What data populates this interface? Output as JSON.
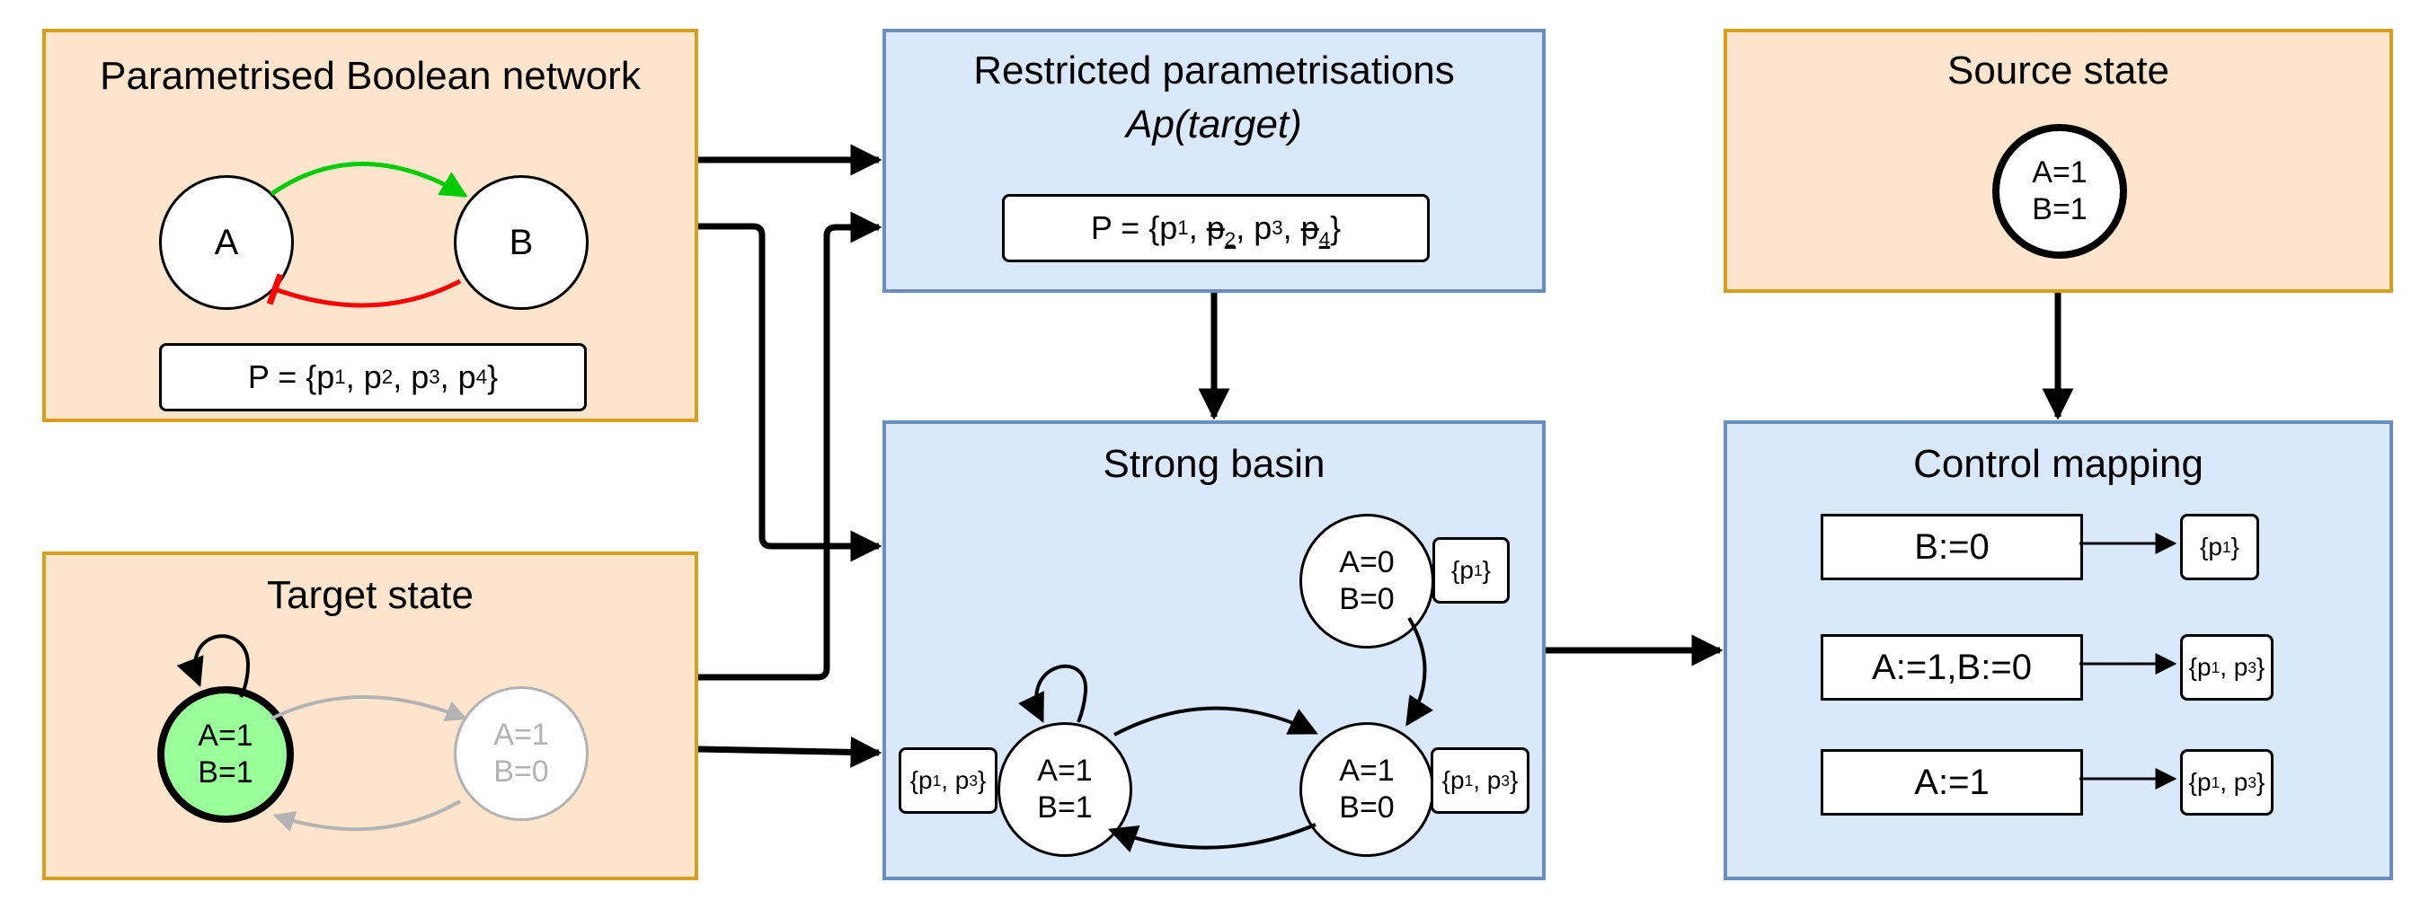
{
  "panels": {
    "pbn": {
      "title": "Parametrised Boolean network",
      "node_a": "A",
      "node_b": "B",
      "params": {
        "prefix": "P = {",
        "p1": "p",
        "s1": "1",
        "p2": "p",
        "s2": "2",
        "p3": "p",
        "s3": "3",
        "p4": "p",
        "s4": "4",
        "suffix": "}"
      }
    },
    "restricted": {
      "title": "Restricted parametrisations",
      "subtitle": "Ap(target)",
      "params": {
        "prefix": "P = {",
        "p1": "p",
        "s1": "1",
        "p2": "p",
        "s2": "2",
        "p3": "p",
        "s3": "3",
        "p4": "p",
        "s4": "4",
        "suffix": "}"
      }
    },
    "source": {
      "title": "Source state",
      "node": {
        "a": "A=1",
        "b": "B=1"
      }
    },
    "target": {
      "title": "Target state",
      "node_target": {
        "a": "A=1",
        "b": "B=1"
      },
      "node_other": {
        "a": "A=1",
        "b": "B=0"
      }
    },
    "basin": {
      "title": "Strong basin",
      "n00": {
        "a": "A=0",
        "b": "B=0",
        "tag_prefix": "{p",
        "tag_s1": "1",
        "tag_suffix": "}"
      },
      "n11": {
        "a": "A=1",
        "b": "B=1",
        "tag_prefix": "{p",
        "tag_s1": "1",
        "tag_mid": ", p",
        "tag_s2": "3",
        "tag_suffix": "}"
      },
      "n10": {
        "a": "A=1",
        "b": "B=0",
        "tag_prefix": "{p",
        "tag_s1": "1",
        "tag_mid": ", p",
        "tag_s2": "3",
        "tag_suffix": "}"
      }
    },
    "control": {
      "title": "Control mapping",
      "rows": [
        {
          "label": "B:=0",
          "tag_prefix": "{p",
          "tag_s1": "1",
          "tag_suffix": "}"
        },
        {
          "label": "A:=1,B:=0",
          "tag_prefix": "{p",
          "tag_s1": "1",
          "tag_mid": ", p",
          "tag_s2": "3",
          "tag_suffix": "}"
        },
        {
          "label": "A:=1",
          "tag_prefix": "{p",
          "tag_s1": "1",
          "tag_mid": ", p",
          "tag_s2": "3",
          "tag_suffix": "}"
        }
      ]
    }
  },
  "colors": {
    "panel_orange_fill": "#fde4cc",
    "panel_orange_border": "#d6a01c",
    "panel_blue_fill": "#dae8fc",
    "panel_blue_border": "#6c8ebf",
    "activation_edge": "#00cc00",
    "inhibition_edge": "#ff0000",
    "target_fill": "#99ff99",
    "faded": "#b3b3b3"
  }
}
